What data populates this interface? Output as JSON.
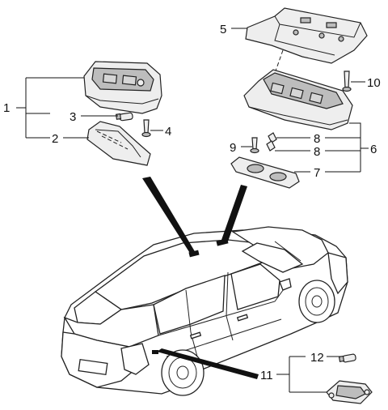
{
  "diagram": {
    "callouts": [
      {
        "id": "c1",
        "label": "1"
      },
      {
        "id": "c2",
        "label": "2"
      },
      {
        "id": "c3",
        "label": "3"
      },
      {
        "id": "c4",
        "label": "4"
      },
      {
        "id": "c5",
        "label": "5"
      },
      {
        "id": "c6",
        "label": "6"
      },
      {
        "id": "c7",
        "label": "7"
      },
      {
        "id": "c8a",
        "label": "8"
      },
      {
        "id": "c8b",
        "label": "8"
      },
      {
        "id": "c9",
        "label": "9"
      },
      {
        "id": "c10",
        "label": "10"
      },
      {
        "id": "c11",
        "label": "11"
      },
      {
        "id": "c12",
        "label": "12"
      }
    ]
  }
}
